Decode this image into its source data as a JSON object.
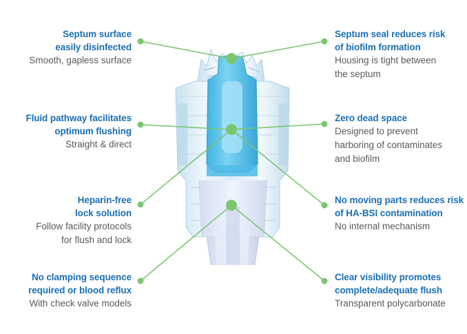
{
  "colors": {
    "title": "#1a6fb5",
    "description": "#595959",
    "connector": "#7dc570",
    "septum": "#5ac3eb",
    "housing": "#d6e9f4"
  },
  "callouts": [
    {
      "id": "septum-surface",
      "side": "left",
      "title": "Septum surface\neasily disinfected",
      "description": "Smooth, gapless surface"
    },
    {
      "id": "fluid-pathway",
      "side": "left",
      "title": "Fluid pathway facilitates\noptimum flushing",
      "description": "Straight & direct"
    },
    {
      "id": "heparin-free",
      "side": "left",
      "title": "Heparin-free\nlock solution",
      "description": "Follow facility protocols\nfor flush and lock"
    },
    {
      "id": "no-clamping",
      "side": "left",
      "title": "No clamping sequence\nrequired or blood reflux",
      "description": "With check valve models"
    },
    {
      "id": "septum-seal",
      "side": "right",
      "title": "Septum seal reduces risk\nof biofilm formation",
      "description": "Housing is tight between\nthe septum"
    },
    {
      "id": "zero-dead-space",
      "side": "right",
      "title": "Zero dead space",
      "description": "Designed to prevent\nharboring of contaminates\nand biofilm"
    },
    {
      "id": "no-moving-parts",
      "side": "right",
      "title": "No moving parts reduces risk\nof HA-BSI contamination",
      "description": "No internal mechanism"
    },
    {
      "id": "clear-visibility",
      "side": "right",
      "title": "Clear visibility promotes\ncomplete/adequate flush",
      "description": "Transparent polycarbonate"
    }
  ]
}
